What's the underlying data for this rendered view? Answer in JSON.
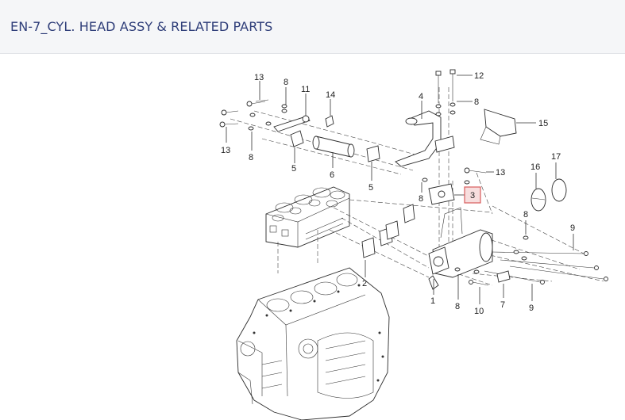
{
  "header": {
    "title": "EN-7_CYL. HEAD ASSY & RELATED PARTS"
  },
  "diagram": {
    "callouts": [
      {
        "id": "c13a",
        "label": "13"
      },
      {
        "id": "c8a",
        "label": "8"
      },
      {
        "id": "c11",
        "label": "11"
      },
      {
        "id": "c14",
        "label": "14"
      },
      {
        "id": "c13b",
        "label": "13"
      },
      {
        "id": "c8b",
        "label": "8"
      },
      {
        "id": "c5a",
        "label": "5"
      },
      {
        "id": "c6",
        "label": "6"
      },
      {
        "id": "c5b",
        "label": "5"
      },
      {
        "id": "c4",
        "label": "4"
      },
      {
        "id": "c12",
        "label": "12"
      },
      {
        "id": "c8c",
        "label": "8"
      },
      {
        "id": "c15",
        "label": "15"
      },
      {
        "id": "c13c",
        "label": "13"
      },
      {
        "id": "c8d",
        "label": "8"
      },
      {
        "id": "c3",
        "label": "3"
      },
      {
        "id": "c16",
        "label": "16"
      },
      {
        "id": "c17",
        "label": "17"
      },
      {
        "id": "c8e",
        "label": "8"
      },
      {
        "id": "c9a",
        "label": "9"
      },
      {
        "id": "c2",
        "label": "2"
      },
      {
        "id": "c1",
        "label": "1"
      },
      {
        "id": "c8f",
        "label": "8"
      },
      {
        "id": "c10",
        "label": "10"
      },
      {
        "id": "c7",
        "label": "7"
      },
      {
        "id": "c9b",
        "label": "9"
      }
    ],
    "highlight_color": "#d85c5c",
    "title_color": "#2f3e79"
  }
}
